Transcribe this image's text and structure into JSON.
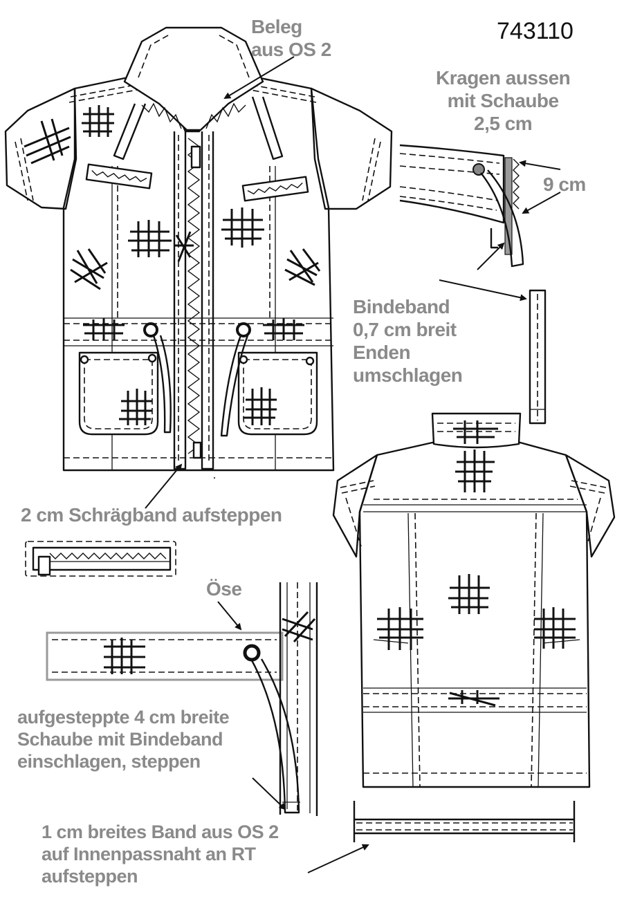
{
  "model_number": "743110",
  "labels": {
    "beleg": "Beleg\naus OS 2",
    "kragen": "Kragen aussen\nmit Schaube\n2,5 cm",
    "nine_cm": "9 cm",
    "bindeband": "Bindeband\n0,7 cm breit\nEnden\numschlagen",
    "schraegband": "2 cm Schrägband aufsteppen",
    "oese": "Öse",
    "schaube": "aufgesteppte 4 cm breite\nSchaube mit Bindeband\neinschlagen, steppen",
    "band": "1 cm breites Band aus OS 2\nauf Innenpassnaht an RT\naufsteppen"
  },
  "colors": {
    "label": "#8a8a8a",
    "line": "#111111",
    "background": "#ffffff"
  }
}
